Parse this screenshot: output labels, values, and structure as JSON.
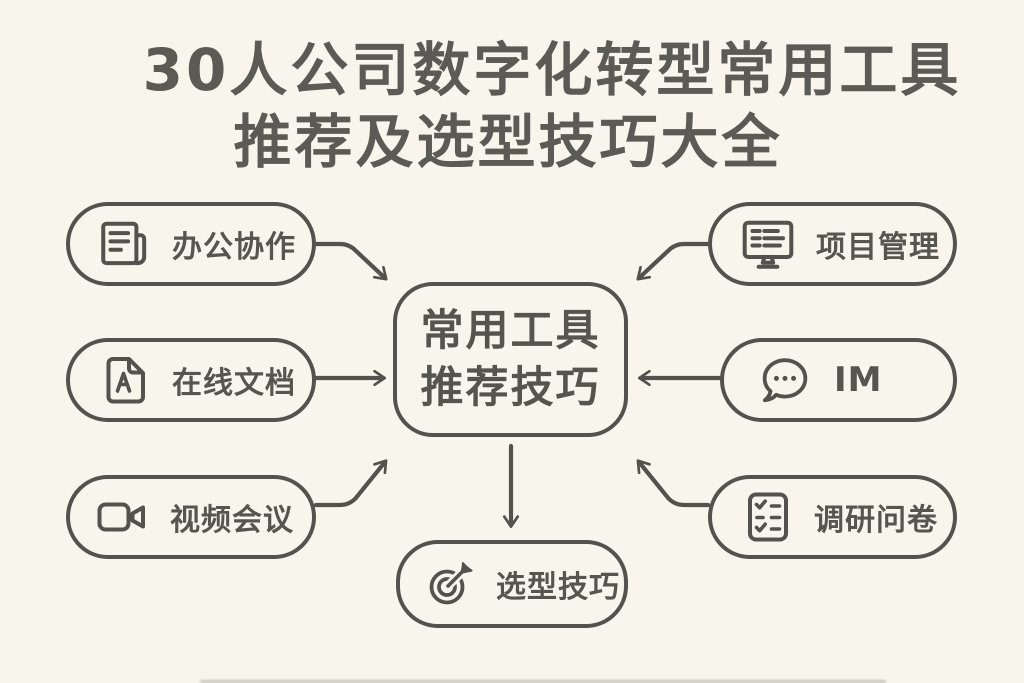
{
  "colors": {
    "background": "#f8f5ed",
    "stroke": "#53524c",
    "text": "#56554e",
    "title": "#5b5a55"
  },
  "title": {
    "line1": "30人公司数字化转型常用工具",
    "line2": "推荐及选型技巧大全"
  },
  "center": {
    "line1": "常用工具",
    "line2": "推荐技巧"
  },
  "nodes": {
    "left": [
      {
        "label": "办公协作",
        "icon": "document-news-icon"
      },
      {
        "label": "在线文档",
        "icon": "document-letter-a-icon"
      },
      {
        "label": "视频会议",
        "icon": "video-camera-icon"
      }
    ],
    "right": [
      {
        "label": "项目管理",
        "icon": "monitor-tasklist-icon"
      },
      {
        "label": "IM",
        "icon": "chat-bubble-icon"
      },
      {
        "label": "调研问卷",
        "icon": "survey-checklist-icon"
      }
    ],
    "bottom": {
      "label": "选型技巧",
      "icon": "target-dart-icon"
    }
  },
  "edges": [
    {
      "from": "办公协作",
      "to": "常用工具推荐技巧"
    },
    {
      "from": "在线文档",
      "to": "常用工具推荐技巧"
    },
    {
      "from": "视频会议",
      "to": "常用工具推荐技巧"
    },
    {
      "from": "项目管理",
      "to": "常用工具推荐技巧"
    },
    {
      "from": "IM",
      "to": "常用工具推荐技巧"
    },
    {
      "from": "调研问卷",
      "to": "常用工具推荐技巧"
    },
    {
      "from": "常用工具推荐技巧",
      "to": "选型技巧"
    }
  ]
}
